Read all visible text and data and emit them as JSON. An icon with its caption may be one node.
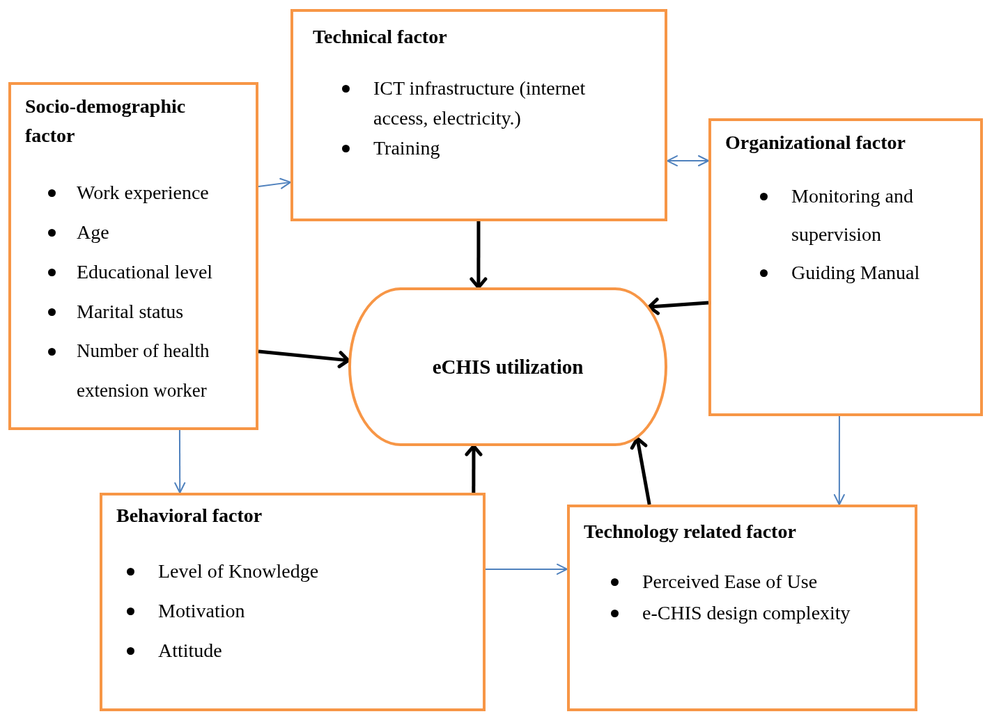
{
  "diagram": {
    "nodes": [
      {
        "text": [
          "Socio-demographic factor",
          "Work experience",
          "Age",
          "Educational level",
          "Marital status",
          "Number of health extension worker"
        ]
      },
      {
        "text": [
          "Technical factor",
          "ICT infrastructure (internet access, electricity.)",
          "Training"
        ]
      },
      {
        "text": [
          "Organizational factor",
          "Monitoring and supervision",
          "Guiding Manual"
        ]
      },
      {
        "text": [
          "eCHIS utilization"
        ]
      },
      {
        "text": [
          "Behavioral factor",
          "Level of Knowledge",
          "Motivation",
          "Attitude"
        ]
      },
      {
        "text": [
          "Technology related factor",
          "Perceived Ease of Use",
          "e-CHIS design complexity"
        ]
      }
    ],
    "edges": [
      {
        "from": 0,
        "to": 1,
        "arrow": "to",
        "color": "#4f81bd"
      },
      {
        "from": 1,
        "to": 2,
        "arrow": "both",
        "color": "#4f81bd"
      },
      {
        "from": 1,
        "to": 3,
        "arrow": "to",
        "style": "thick",
        "color": "#000000"
      },
      {
        "from": 2,
        "to": 3,
        "arrow": "to",
        "style": "thick",
        "color": "#000000"
      },
      {
        "from": 0,
        "to": 3,
        "arrow": "to",
        "style": "thick",
        "color": "#000000"
      },
      {
        "from": 0,
        "to": 4,
        "arrow": "to",
        "color": "#4f81bd"
      },
      {
        "from": 4,
        "to": 3,
        "arrow": "to",
        "style": "thick",
        "color": "#000000"
      },
      {
        "from": 5,
        "to": 3,
        "arrow": "to",
        "style": "thick",
        "color": "#000000"
      },
      {
        "from": 4,
        "to": 5,
        "arrow": "to",
        "color": "#4f81bd"
      },
      {
        "from": 2,
        "to": 5,
        "arrow": "to",
        "color": "#4f81bd"
      }
    ]
  }
}
